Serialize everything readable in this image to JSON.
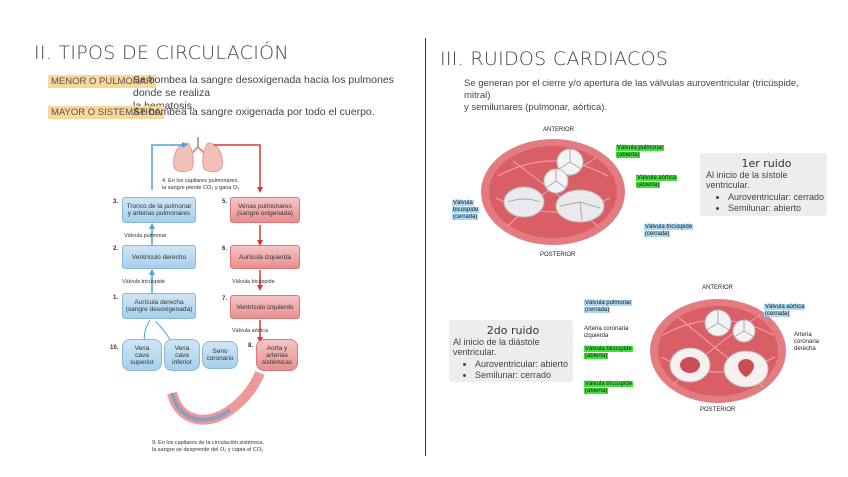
{
  "left": {
    "title": "II. TIPOS DE CIRCULACIÓN",
    "menor_tag": "MENOR O PULMONAR",
    "menor_text_1": "Se bombea la sangre desoxigenada hacia los pulmones donde se realiza",
    "menor_text_2": "la hematosis.",
    "mayor_tag": "MAYOR O SISTEMÁTICA",
    "mayor_text": "Se bombea la sangre oxigenada por todo el cuerpo.",
    "diagram": {
      "step4_1": "4. En los capilares pulmonares,",
      "step4_2": "la sangre pierde CO₂ y gana O₂",
      "n3": "3.",
      "box3_1": "Tronco de la pulmonar",
      "box3_2": "y arterias pulmonares",
      "n5": "5.",
      "box5_1": "Venas pulmonares",
      "box5_2": "(sangre oxigenada)",
      "valve_pulmonar": "Válvula pulmonar",
      "n2": "2.",
      "box2": "Ventrículo derecho",
      "n6": "6.",
      "box6": "Aurícula izquierda",
      "valve_tricuspide": "Válvula tricúspide",
      "valve_bicuspide": "Válvula bicúspide",
      "n1": "1.",
      "box1_1": "Aurícula derecha",
      "box1_2": "(sangre desoxigenada)",
      "n7": "7.",
      "box7": "Ventrículo izquierdo",
      "valve_aortica": "Válvula aórtica",
      "n10": "10.",
      "vcs_1": "Vena",
      "vcs_2": "cava",
      "vcs_3": "superior",
      "vci_1": "Vena",
      "vci_2": "cava",
      "vci_3": "inferior",
      "seno_1": "Seno",
      "seno_2": "coronario",
      "n8": "8.",
      "box8_1": "Aorta y",
      "box8_2": "arterias",
      "box8_3": "sistémicas",
      "step9_1": "9. En los capilares de la circulación sistémica,",
      "step9_2": "la sangre se desprende del O₂ y capta el CO₂"
    }
  },
  "right": {
    "title": "III. RUIDOS CARDIACOS",
    "intro_1": "Se generan por el cierre y/o apertura de las válvulas auroventricular (tricúspide, mitral)",
    "intro_2": "y semilunares (pulmonar, aórtica).",
    "top_heart": {
      "anterior": "ANTERIOR",
      "posterior": "POSTERIOR",
      "pulmonar_1": "Válvula pulmonar",
      "pulmonar_2": "(abierta)",
      "aortica_1": "Válvula aórtica",
      "aortica_2": "(abierta)",
      "bicuspide_1": "Válvula",
      "bicuspide_2": "bicúspide",
      "bicuspide_3": "(cerrada)",
      "tricuspide_1": "Válvula tricúspide",
      "tricuspide_2": "(cerrada)"
    },
    "card1": {
      "title": "1er ruido",
      "desc": "Al inicio de la sístole ventricular.",
      "item1": "Auroventricular: cerrado",
      "item2": "Semilunar: abierto"
    },
    "card2": {
      "title": "2do ruido",
      "desc": "Al inicio de la diástole ventricular.",
      "item1": "Auroventricular: abierto",
      "item2": "Semilunar: cerrado"
    },
    "bottom_heart": {
      "anterior": "ANTERIOR",
      "posterior": "POSTERIOR",
      "pulmonar_1": "Válvula pulmonar",
      "pulmonar_2": "(cerrada)",
      "aortica_1": "Válvula aórtica",
      "aortica_2": "(cerrada)",
      "coron_izq_1": "Arteria coronaria",
      "coron_izq_2": "izquierda",
      "coron_der_1": "Arteria",
      "coron_der_2": "coronaria",
      "coron_der_3": "derecha",
      "bicuspide_1": "Válvula bicúspide",
      "bicuspide_2": "(abierta)",
      "tricuspide_1": "Válvula tricúspide",
      "tricuspide_2": "(abierta)"
    }
  }
}
